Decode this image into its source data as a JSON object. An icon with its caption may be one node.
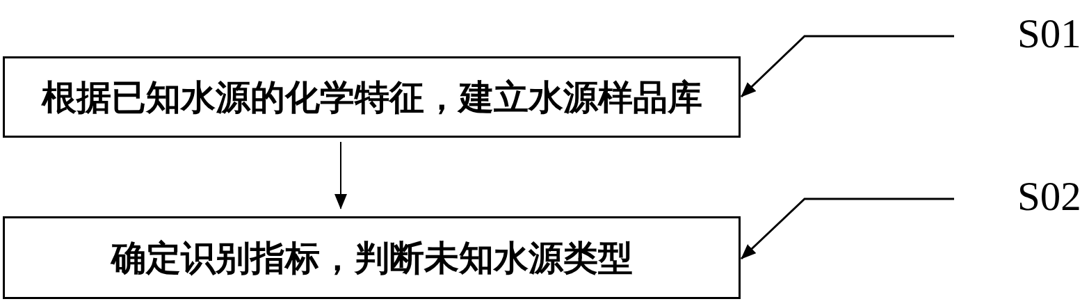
{
  "diagram": {
    "nodes": [
      {
        "text": [
          "根据已知水源的化学特征，建立水源样品库"
        ]
      },
      {
        "text": [
          "确定识别指标，判断未知水源类型"
        ]
      },
      {
        "text": [
          "S01"
        ]
      },
      {
        "text": [
          "S02"
        ]
      }
    ],
    "edges": [
      {
        "from": 0,
        "to": 1,
        "arrow": "to"
      },
      {
        "from": 2,
        "to": 0,
        "arrow": "to"
      },
      {
        "from": 3,
        "to": 1,
        "arrow": "to"
      }
    ]
  }
}
